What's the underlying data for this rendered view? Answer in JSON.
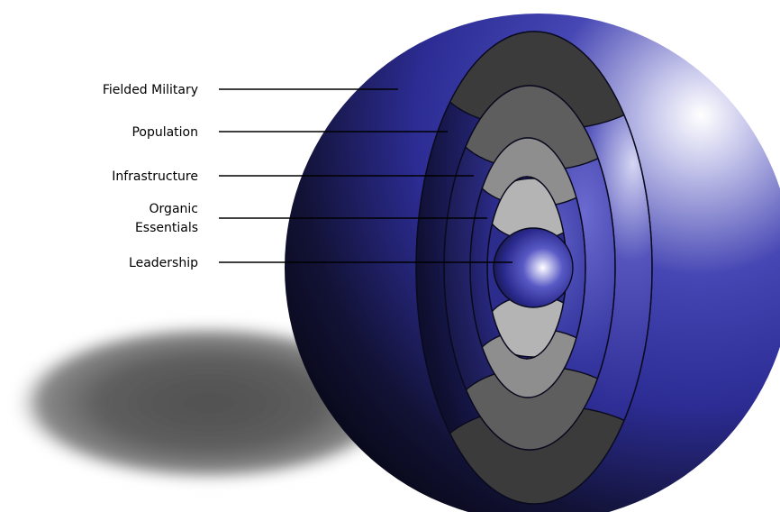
{
  "rings": [
    {
      "id": "fielded-military",
      "lines": [
        "Fielded Military"
      ]
    },
    {
      "id": "population",
      "lines": [
        "Population"
      ]
    },
    {
      "id": "infrastructure",
      "lines": [
        "Infrastructure"
      ]
    },
    {
      "id": "organic-essentials",
      "lines": [
        "Organic",
        "Essentials"
      ]
    },
    {
      "id": "leadership",
      "lines": [
        "Leadership"
      ]
    }
  ],
  "colors": {
    "sphere_blue": "#3c3ca8",
    "sphere_dark": "#0c0c20",
    "highlight": "#ffffff",
    "band_dark": "#3a3a3a",
    "band_mid": "#5c5c5c",
    "band_light": "#8a8a8a",
    "band_lighter": "#b4b4b4",
    "shadow": "#555555"
  }
}
